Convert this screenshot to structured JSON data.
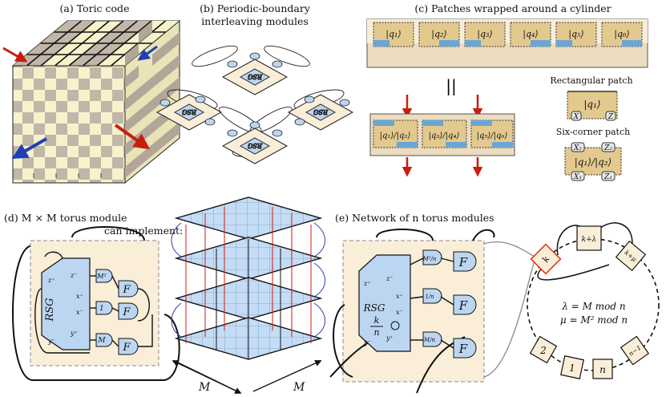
{
  "panels": {
    "a": {
      "caption": "(a) Toric code"
    },
    "b": {
      "caption_line1": "(b) Periodic-boundary",
      "caption_line2": "interleaving modules",
      "module_label": "RSG"
    },
    "c": {
      "caption": "(c) Patches wrapped around a cylinder",
      "top_patches": [
        "|q₁⟩",
        "|q₂⟩",
        "|q₃⟩",
        "|q₄⟩",
        "|q₅⟩",
        "|q₆⟩"
      ],
      "equals": "||",
      "merged_patches": [
        "|q₁⟩/|q₂⟩",
        "|q₃⟩/|q₄⟩",
        "|q₅⟩/|q₆⟩"
      ],
      "rect_title": "Rectangular patch",
      "rect_qubit": "|q₁⟩",
      "rect_ops": [
        "X",
        "Z"
      ],
      "six_title": "Six-corner patch",
      "six_qubit": "|q₁⟩/|q₂⟩",
      "six_ops_top": [
        "X₂",
        "Z₂"
      ],
      "six_ops_bottom": [
        "X₁",
        "Z₁"
      ]
    },
    "d": {
      "caption_line1": "(d) M × M torus module",
      "caption_line2": "can implement:",
      "rsg_label": "RSG",
      "rsg_ports": [
        "z⁺",
        "z⁻",
        "x⁺",
        "x⁻",
        "y⁻",
        "y⁺"
      ],
      "gate_labels": [
        "M²",
        "1",
        "M"
      ],
      "f_label": "F",
      "axis_labels": [
        "M",
        "M"
      ]
    },
    "e": {
      "caption": "(e) Network of n torus modules",
      "rsg_label": "RSG",
      "rsg_k": "k",
      "rsg_n": "n",
      "rsg_ports": [
        "z⁺",
        "z⁻",
        "x⁺",
        "x⁻",
        "y⁻",
        "y⁺"
      ],
      "gate_labels": [
        "M²/n",
        "1/n",
        "M/n"
      ],
      "f_label": "F",
      "ring_nodes": [
        "k",
        "k+λ",
        "k+μ",
        "2",
        "1",
        "n",
        "n−1"
      ],
      "eq1": "λ = M  mod n",
      "eq2": "μ = M²  mod n"
    }
  },
  "colors": {
    "cube_light": "#f6f3cc",
    "cube_dark": "#c2b6a8",
    "module_bg": "#fbeed8",
    "rsg_fill": "#bcd6f2",
    "patch_fill": "#e4c98e",
    "patch_blue": "#6aa6d3",
    "red_arrow": "#c81e10",
    "blue_arrow": "#1f3fb3",
    "highlight": "#e03a1a"
  }
}
